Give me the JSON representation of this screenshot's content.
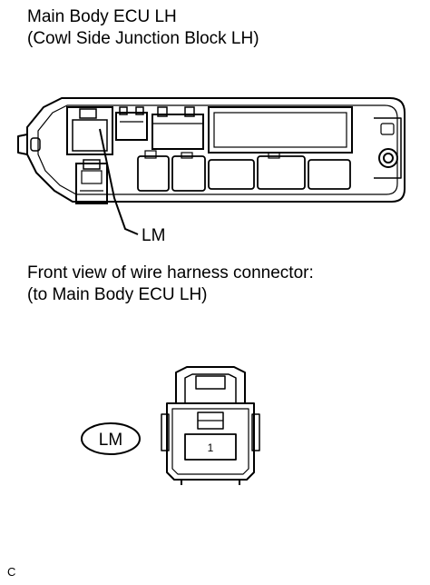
{
  "header": {
    "title_line1": "Main Body ECU LH",
    "title_line2": "(Cowl Side Junction Block LH)"
  },
  "ecu_diagram": {
    "connector_callout": "LM"
  },
  "front_view": {
    "caption_line1": "Front view of wire harness connector:",
    "caption_line2": "(to Main Body ECU LH)",
    "connector_code": "LM",
    "terminal_number": "1"
  },
  "footer": {
    "figure_code": "C"
  }
}
